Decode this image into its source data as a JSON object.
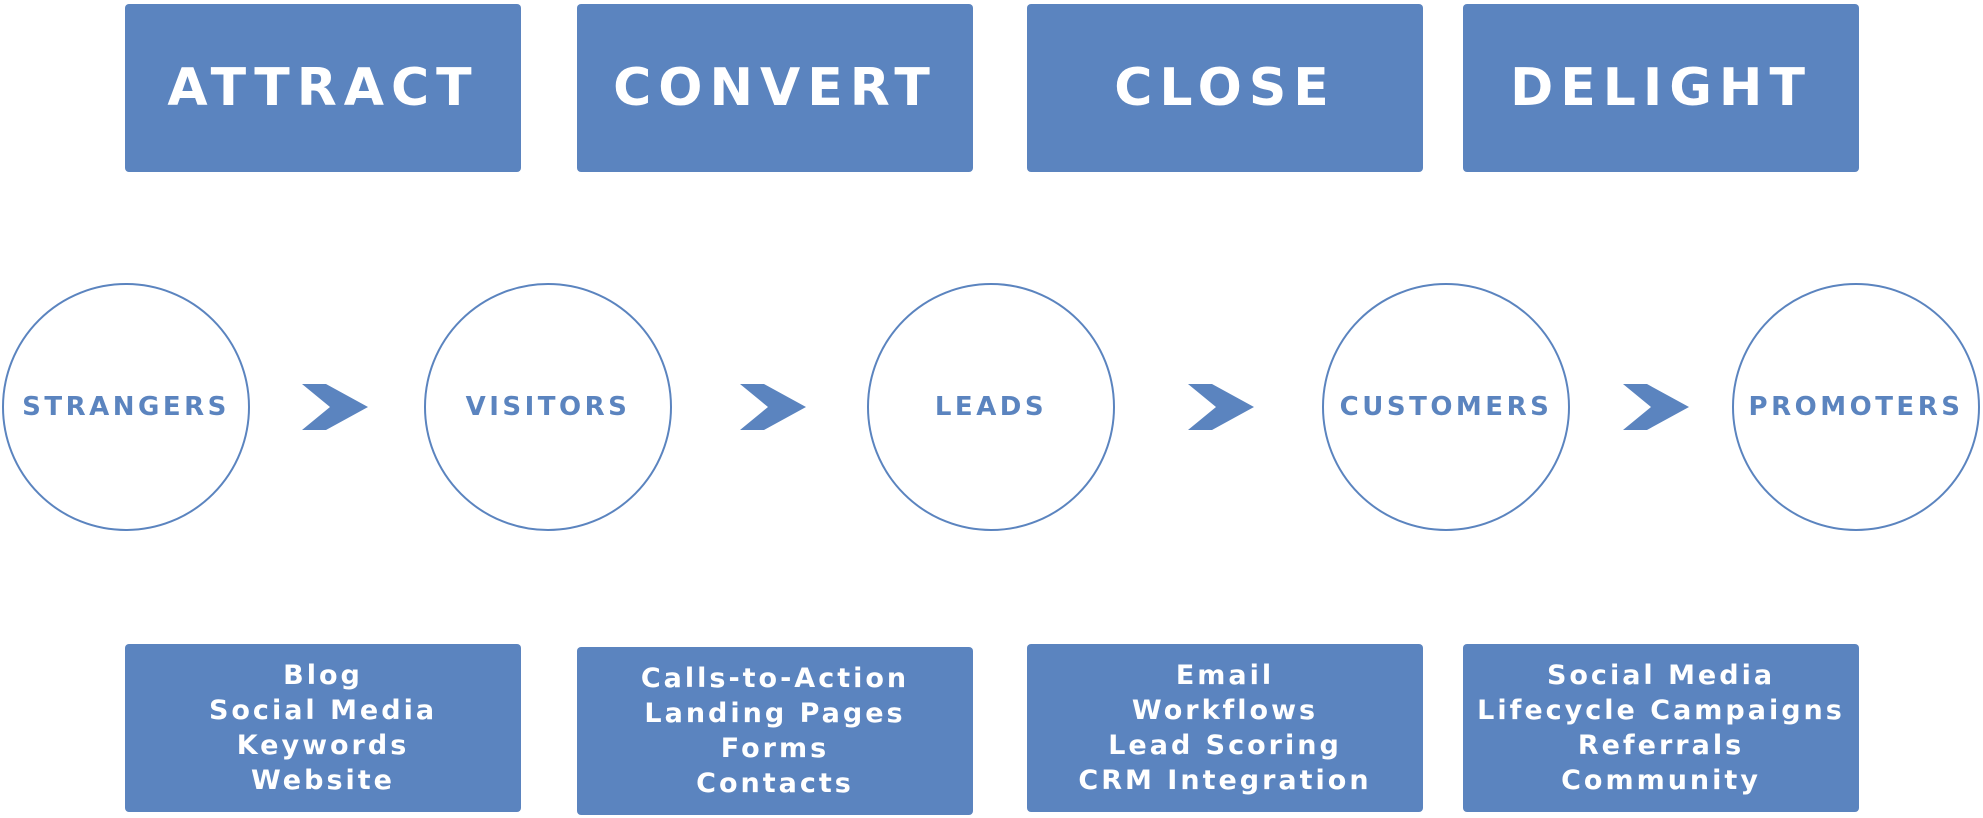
{
  "colors": {
    "accent": "#5b84bf",
    "text_on_accent": "#ffffff",
    "background": "#ffffff"
  },
  "stages": [
    {
      "title": "ATTRACT"
    },
    {
      "title": "CONVERT"
    },
    {
      "title": "CLOSE"
    },
    {
      "title": "DELIGHT"
    }
  ],
  "audiences": [
    {
      "label": "STRANGERS"
    },
    {
      "label": "VISITORS"
    },
    {
      "label": "LEADS"
    },
    {
      "label": "CUSTOMERS"
    },
    {
      "label": "PROMOTERS"
    }
  ],
  "arrows": [
    {
      "icon": "chevron-right-icon"
    },
    {
      "icon": "chevron-right-icon"
    },
    {
      "icon": "chevron-right-icon"
    },
    {
      "icon": "chevron-right-icon"
    }
  ],
  "tactics": [
    {
      "items": [
        "Blog",
        "Social Media",
        "Keywords",
        "Website"
      ]
    },
    {
      "items": [
        "Calls-to-Action",
        "Landing Pages",
        "Forms",
        "Contacts"
      ]
    },
    {
      "items": [
        "Email",
        "Workflows",
        "Lead Scoring",
        "CRM Integration"
      ]
    },
    {
      "items": [
        "Social Media",
        "Lifecycle Campaigns",
        "Referrals",
        "Community"
      ]
    }
  ]
}
